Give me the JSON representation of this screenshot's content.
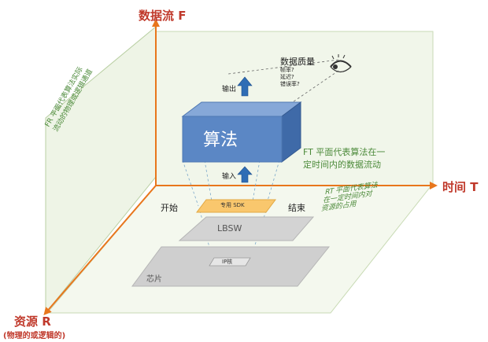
{
  "axes": {
    "flow": "数据流 F",
    "time": "时间 T",
    "resource": "资源 R",
    "resource_note": "(物理的或逻辑的)"
  },
  "labels": {
    "algorithm": "算法",
    "output": "输出",
    "input": "输入",
    "start": "开始",
    "end": "结束",
    "sdk": "专用 SDK",
    "lbsw": "LBSW",
    "ip_core": "IP核",
    "chip": "芯片"
  },
  "quality": {
    "title": "数据质量",
    "items": [
      "帧率?",
      "延迟?",
      "错误率?"
    ]
  },
  "annotations": {
    "ft_plane": [
      "FT 平面代表算法在一",
      "定时间内的数据流动"
    ],
    "fr_plane": [
      "FR 平面代表算法实际",
      "流动的物理或逻辑通道"
    ],
    "rt_plane": [
      "RT 平面代表算法",
      "在一定时间内对",
      "资源的占用"
    ]
  },
  "colors": {
    "axis": "#e8761c",
    "title_red": "#c0392b",
    "plane_green": "#eef4e6",
    "algo_front": "#5b87c5",
    "sdk": "#f9c76d",
    "plate": "#cfcfcf",
    "text_green": "#4c8a3a"
  },
  "icons": {
    "eye": "eye-icon",
    "up_arrow": "up-arrow-icon"
  }
}
